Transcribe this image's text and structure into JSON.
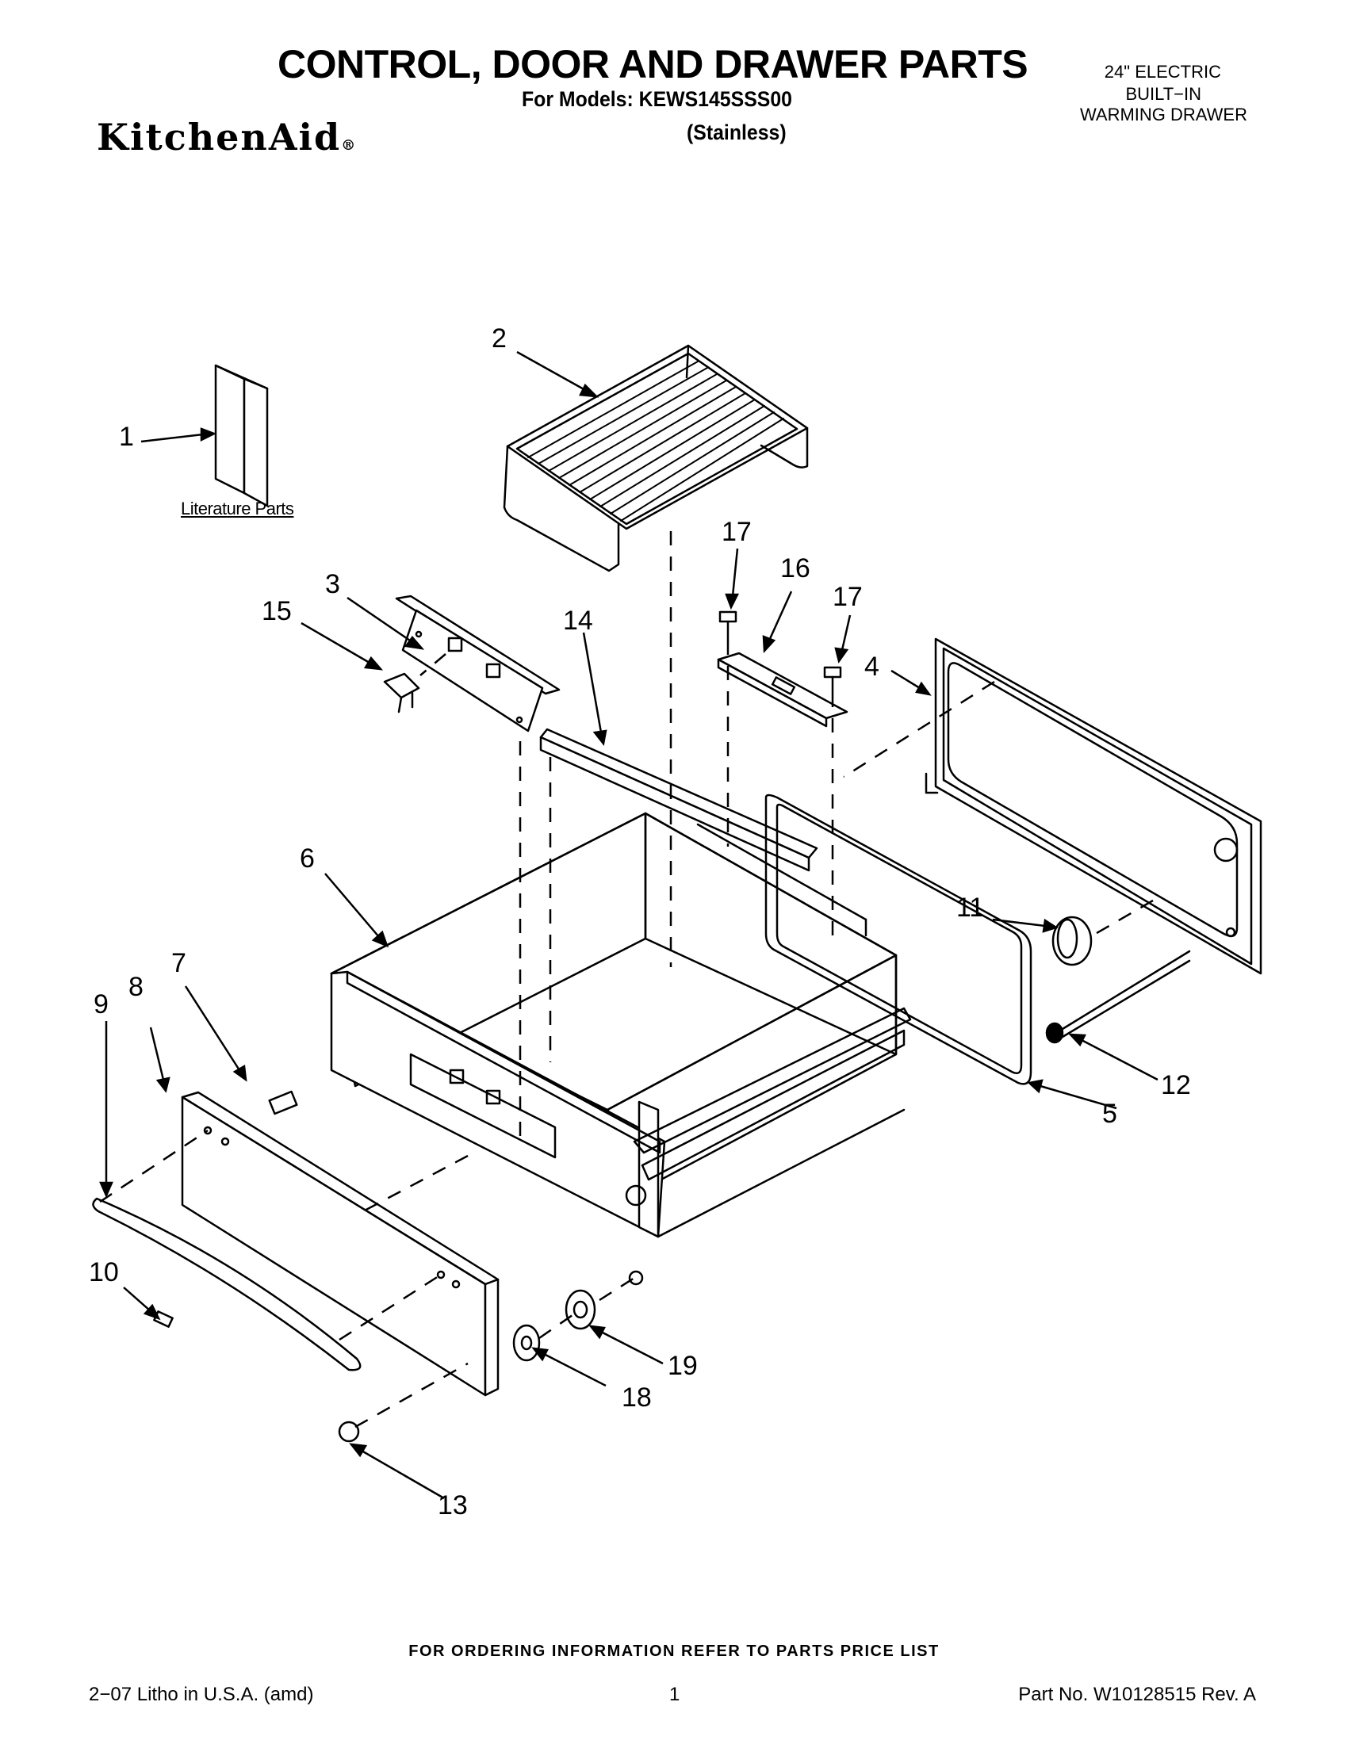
{
  "header": {
    "title": "CONTROL, DOOR AND DRAWER PARTS",
    "models": "For Models: KEWS145SSS00",
    "finish": "(Stainless)",
    "brand": "KitchenAid",
    "brand_mark": "®",
    "product_line1": "24\" ELECTRIC",
    "product_line2": "BUILT−IN",
    "product_line3": "WARMING DRAWER"
  },
  "literature_label": "Literature Parts",
  "callouts": {
    "c1": "1",
    "c2": "2",
    "c3": "3",
    "c4": "4",
    "c5": "5",
    "c6": "6",
    "c7": "7",
    "c8": "8",
    "c9": "9",
    "c10": "10",
    "c11": "11",
    "c12": "12",
    "c13": "13",
    "c14": "14",
    "c15": "15",
    "c16": "16",
    "c17a": "17",
    "c17b": "17",
    "c18": "18",
    "c19": "19"
  },
  "footer": {
    "order_note": "FOR ORDERING INFORMATION REFER TO PARTS PRICE LIST",
    "litho": "2−07 Litho in U.S.A. (amd)",
    "page": "1",
    "part_no": "Part No. W10128515 Rev. A"
  }
}
